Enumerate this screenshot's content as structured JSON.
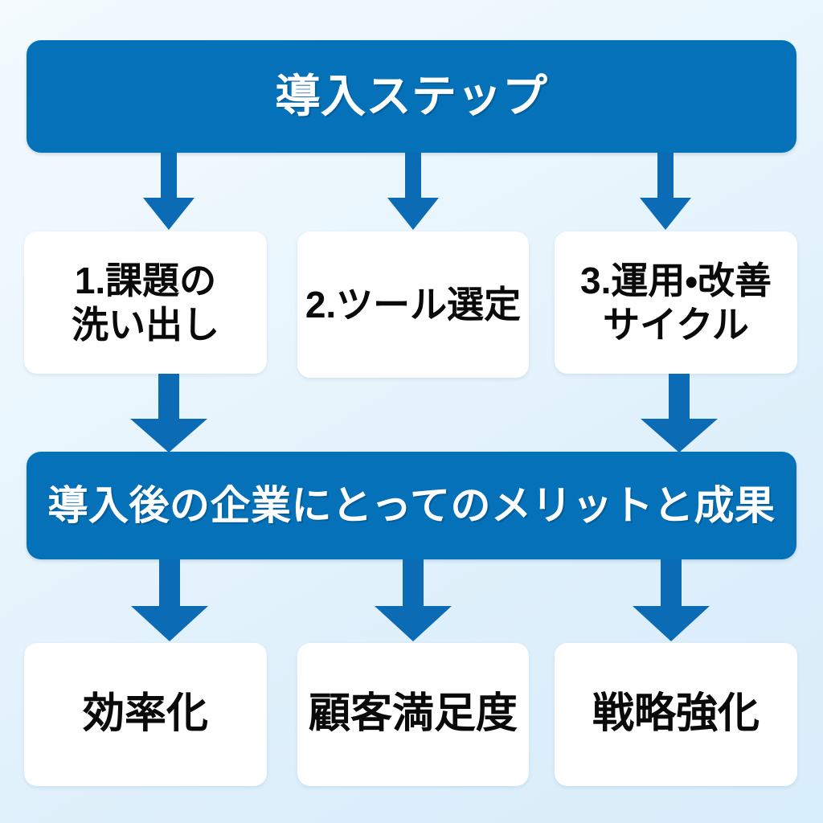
{
  "diagram": {
    "title": "導入ステップ",
    "background_start": "#f4fafe",
    "background_end": "#d8edfa",
    "accent_color": "#0571b8",
    "arrow_color": "#0b6bb5",
    "card_color": "#ffffff",
    "text_dark": "#0a0a0a",
    "text_light": "#ffffff"
  },
  "header": {
    "label": "導入ステップ"
  },
  "steps": [
    {
      "label": "1.課題の\n洗い出し",
      "number": "1",
      "name": "課題の洗い出し"
    },
    {
      "label": "2.ツール選定",
      "number": "2",
      "name": "ツール選定"
    },
    {
      "label": "3.運用・改善\nサイクル",
      "number": "3",
      "name": "運用・改善サイクル"
    }
  ],
  "benefit_banner": {
    "label": "導入後の企業にとってのメリットと成果"
  },
  "outcomes": [
    {
      "label": "効率化"
    },
    {
      "label": "顧客満足度"
    },
    {
      "label": "戦略強化"
    }
  ],
  "arrows": [
    {
      "name": "arrow-header-to-step-1",
      "from": "header",
      "to": "step-1"
    },
    {
      "name": "arrow-header-to-step-2",
      "from": "header",
      "to": "step-2"
    },
    {
      "name": "arrow-header-to-step-3",
      "from": "header",
      "to": "step-3"
    },
    {
      "name": "arrow-step-1-to-benefit-banner",
      "from": "step-1",
      "to": "benefit-banner"
    },
    {
      "name": "arrow-step-3-to-benefit-banner",
      "from": "step-3",
      "to": "benefit-banner"
    },
    {
      "name": "arrow-benefit-banner-to-outcome-1",
      "from": "benefit-banner",
      "to": "outcome-1"
    },
    {
      "name": "arrow-benefit-banner-to-outcome-2",
      "from": "benefit-banner",
      "to": "outcome-2"
    },
    {
      "name": "arrow-benefit-banner-to-outcome-3",
      "from": "benefit-banner",
      "to": "outcome-3"
    }
  ]
}
